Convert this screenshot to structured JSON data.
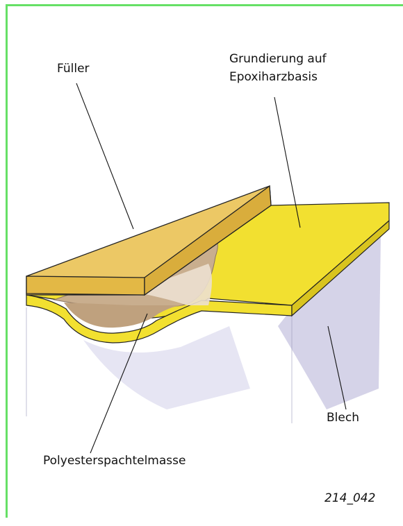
{
  "colors": {
    "frame": "#66e066",
    "primer": "#f2e030",
    "filler": "#ecc865",
    "putty": "#c9ae8e",
    "sheet_shadow": "#c7c4e0"
  },
  "labels": {
    "filler": "Füller",
    "primer_line1": "Grundierung auf",
    "primer_line2": "Epoxiharzbasis",
    "sheet": "Blech",
    "putty": "Polyesterspachtelmasse"
  },
  "figure_code": "214_042"
}
